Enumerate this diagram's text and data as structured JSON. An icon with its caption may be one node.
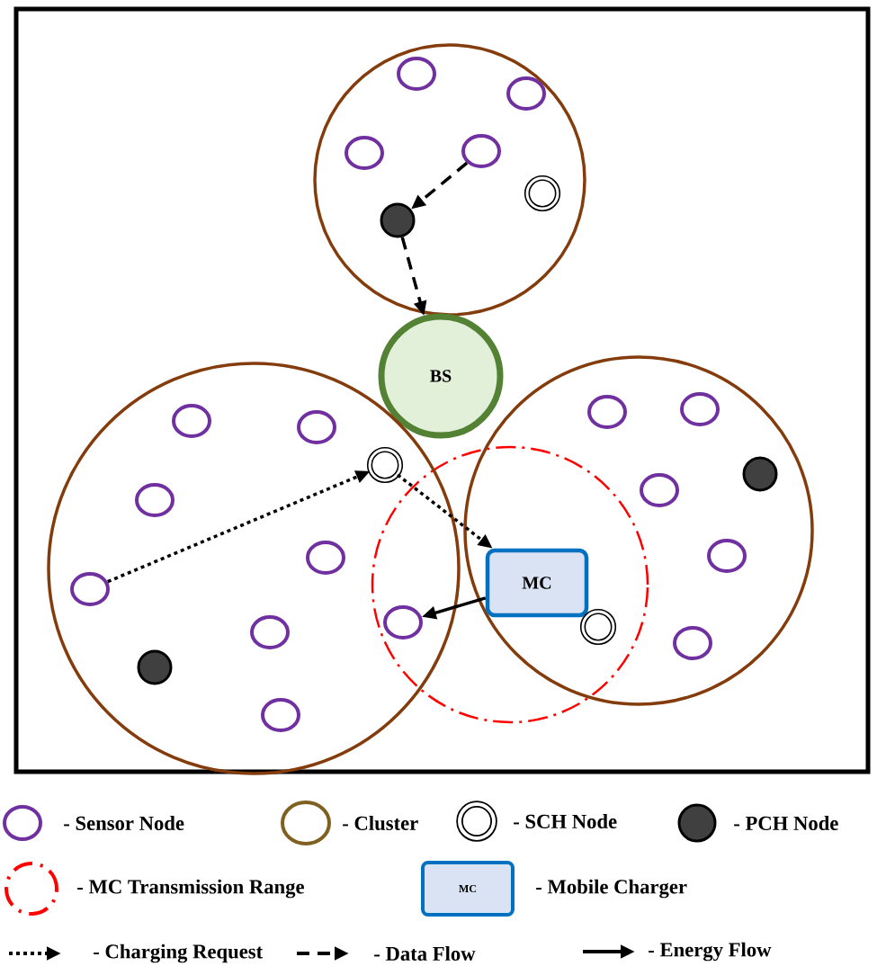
{
  "diagram": {
    "nodes": [
      {
        "text": [],
        "shape": "circle"
      },
      {
        "text": [],
        "shape": "circle",
        "in": 0
      },
      {
        "text": [],
        "shape": "circle",
        "in": 0
      },
      {
        "text": [],
        "shape": "circle",
        "in": 0
      },
      {
        "text": [],
        "shape": "circle",
        "in": 0
      },
      {
        "text": [],
        "shape": "circle",
        "in": 0
      },
      {
        "text": [],
        "shape": "circle",
        "in": 0
      },
      {
        "text": [
          "BS"
        ]
      },
      {
        "text": [],
        "shape": "circle"
      },
      {
        "text": [],
        "shape": "circle",
        "in": 8
      },
      {
        "text": [],
        "shape": "circle",
        "in": 8
      },
      {
        "text": [],
        "shape": "circle",
        "in": 8
      },
      {
        "text": [],
        "shape": "circle",
        "in": 8
      },
      {
        "text": [],
        "shape": "circle",
        "in": 8
      },
      {
        "text": [],
        "shape": "circle",
        "in": 8
      },
      {
        "text": [],
        "shape": "circle",
        "in": 8
      },
      {
        "text": [],
        "shape": "circle",
        "in": 8
      },
      {
        "text": [],
        "shape": "circle",
        "in": 8
      },
      {
        "text": [],
        "shape": "circle",
        "in": 8
      },
      {
        "text": [],
        "shape": "circle"
      },
      {
        "text": [],
        "shape": "circle",
        "in": 19
      },
      {
        "text": [],
        "shape": "circle",
        "in": 19
      },
      {
        "text": [],
        "shape": "circle",
        "in": 19
      },
      {
        "text": [],
        "shape": "circle",
        "in": 19
      },
      {
        "text": [],
        "shape": "circle",
        "in": 19
      },
      {
        "text": [
          "MC"
        ],
        "in": 19
      },
      {
        "text": [],
        "shape": "circle",
        "in": 19
      },
      {
        "text": [],
        "shape": "circle",
        "in": 19
      }
    ],
    "edges": [
      {
        "from": 4,
        "to": 6,
        "arrow": "to",
        "style": "dashed"
      },
      {
        "from": 6,
        "to": 7,
        "arrow": "to",
        "style": "dashed"
      },
      {
        "from": 14,
        "to": 11,
        "arrow": "to",
        "style": "dashed"
      },
      {
        "from": 11,
        "to": 25,
        "arrow": "to",
        "style": "dashed"
      },
      {
        "from": 25,
        "to": 15,
        "arrow": "to"
      }
    ],
    "labels": [
      "MC"
    ],
    "legend": [
      {
        "text": "- Sensor Node"
      },
      {
        "text": "- Cluster"
      },
      {
        "text": "- SCH Node"
      },
      {
        "text": "- PCH Node"
      },
      {
        "text": "- MC Transmission Range"
      },
      {
        "text": "- Mobile Charger"
      },
      {
        "text": "- Charging Request"
      },
      {
        "text": "- Data Flow"
      },
      {
        "text": "- Energy Flow"
      }
    ]
  }
}
